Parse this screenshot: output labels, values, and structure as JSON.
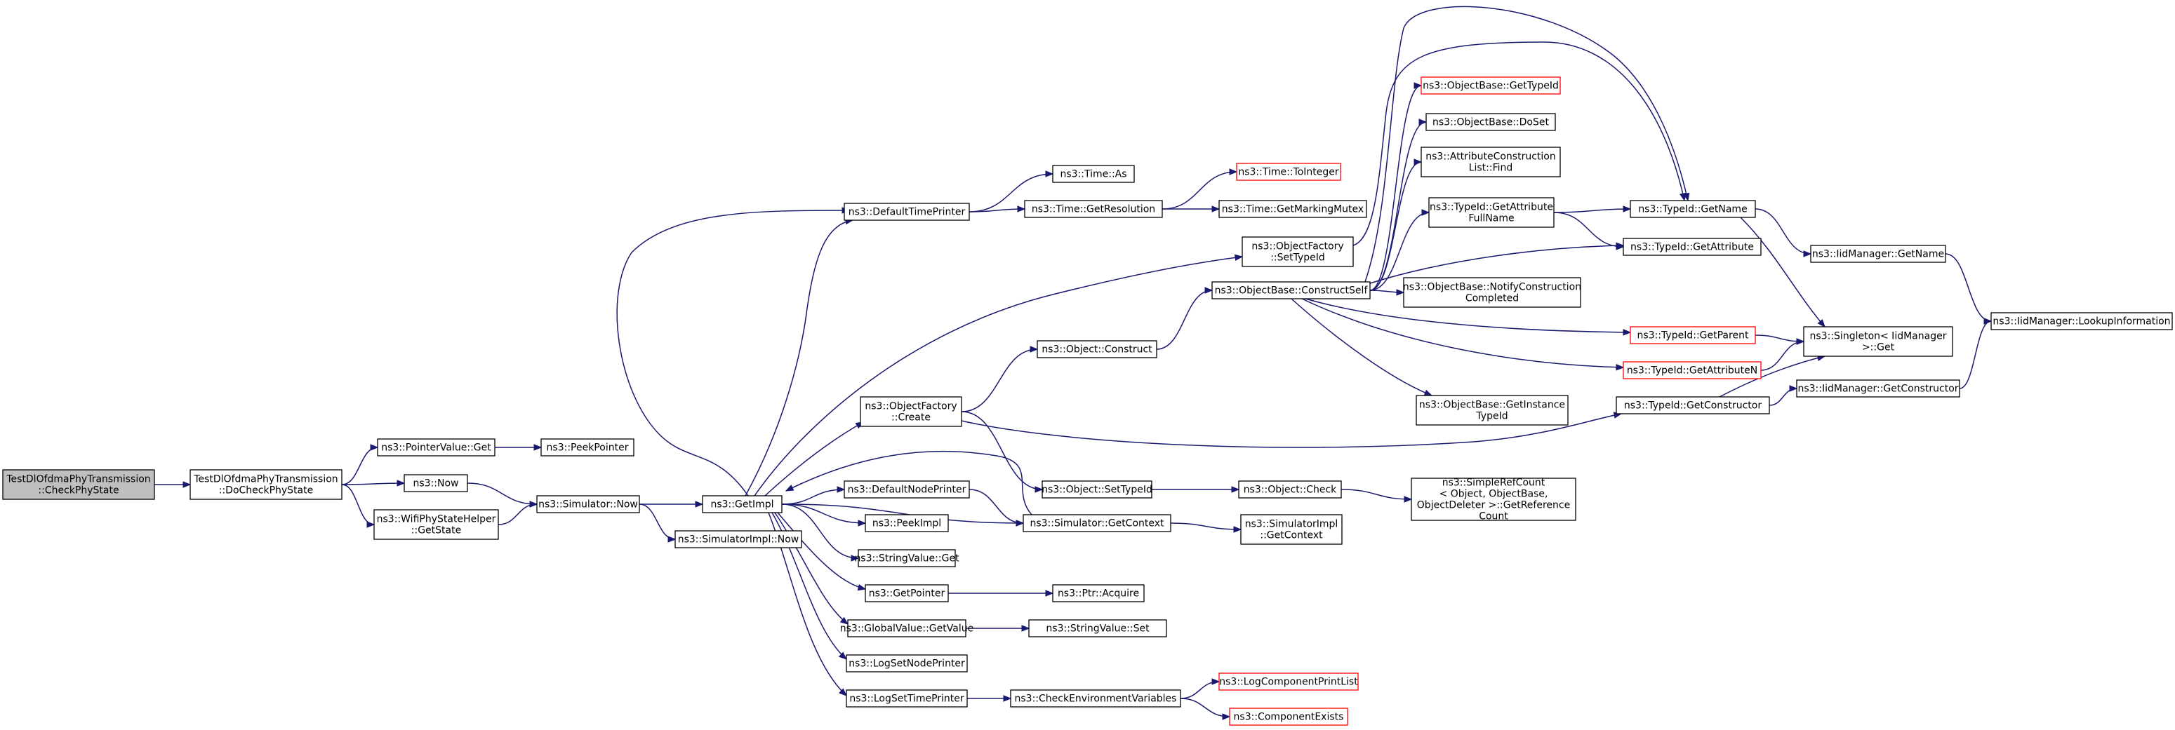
{
  "diagram": {
    "nodes": [
      {
        "id": "root",
        "lines": [
          "TestDlOfdmaPhyTransmission",
          "::CheckPhyState"
        ],
        "style": "root"
      },
      {
        "id": "docheck",
        "lines": [
          "TestDlOfdmaPhyTransmission",
          "::DoCheckPhyState"
        ],
        "style": "normal"
      },
      {
        "id": "ptrget",
        "lines": [
          "ns3::PointerValue::Get"
        ],
        "style": "normal"
      },
      {
        "id": "now",
        "lines": [
          "ns3::Now"
        ],
        "style": "normal"
      },
      {
        "id": "wifistate",
        "lines": [
          "ns3::WifiPhyStateHelper",
          "::GetState"
        ],
        "style": "normal"
      },
      {
        "id": "peekptr",
        "lines": [
          "ns3::PeekPointer"
        ],
        "style": "normal"
      },
      {
        "id": "simnow",
        "lines": [
          "ns3::Simulator::Now"
        ],
        "style": "normal"
      },
      {
        "id": "getimpl",
        "lines": [
          "ns3::GetImpl"
        ],
        "style": "normal"
      },
      {
        "id": "simimplnow",
        "lines": [
          "ns3::SimulatorImpl::Now"
        ],
        "style": "normal"
      },
      {
        "id": "deftime",
        "lines": [
          "ns3::DefaultTimePrinter"
        ],
        "style": "normal"
      },
      {
        "id": "timeas",
        "lines": [
          "ns3::Time::As"
        ],
        "style": "normal"
      },
      {
        "id": "timeres",
        "lines": [
          "ns3::Time::GetResolution"
        ],
        "style": "normal"
      },
      {
        "id": "toint",
        "lines": [
          "ns3::Time::ToInteger"
        ],
        "style": "red"
      },
      {
        "id": "mutex",
        "lines": [
          "ns3::Time::GetMarkingMutex"
        ],
        "style": "normal"
      },
      {
        "id": "ofsettype",
        "lines": [
          "ns3::ObjectFactory",
          "::SetTypeId"
        ],
        "style": "normal"
      },
      {
        "id": "construct",
        "lines": [
          "ns3::ObjectBase::ConstructSelf"
        ],
        "style": "normal"
      },
      {
        "id": "obgettype",
        "lines": [
          "ns3::ObjectBase::GetTypeId"
        ],
        "style": "red"
      },
      {
        "id": "doset",
        "lines": [
          "ns3::ObjectBase::DoSet"
        ],
        "style": "normal"
      },
      {
        "id": "attrfind",
        "lines": [
          "ns3::AttributeConstruction",
          "List::Find"
        ],
        "style": "normal"
      },
      {
        "id": "attrfull",
        "lines": [
          "ns3::TypeId::GetAttribute",
          "FullName"
        ],
        "style": "normal"
      },
      {
        "id": "notify",
        "lines": [
          "ns3::ObjectBase::NotifyConstruction",
          "Completed"
        ],
        "style": "normal"
      },
      {
        "id": "instance",
        "lines": [
          "ns3::ObjectBase::GetInstance",
          "TypeId"
        ],
        "style": "normal"
      },
      {
        "id": "getname",
        "lines": [
          "ns3::TypeId::GetName"
        ],
        "style": "normal"
      },
      {
        "id": "getattr",
        "lines": [
          "ns3::TypeId::GetAttribute"
        ],
        "style": "normal"
      },
      {
        "id": "getparent",
        "lines": [
          "ns3::TypeId::GetParent"
        ],
        "style": "red"
      },
      {
        "id": "getattrn",
        "lines": [
          "ns3::TypeId::GetAttributeN"
        ],
        "style": "red"
      },
      {
        "id": "getctor",
        "lines": [
          "ns3::TypeId::GetConstructor"
        ],
        "style": "normal"
      },
      {
        "id": "iidname",
        "lines": [
          "ns3::IidManager::GetName"
        ],
        "style": "normal"
      },
      {
        "id": "singleton",
        "lines": [
          "ns3::Singleton< IidManager",
          ">::Get"
        ],
        "style": "normal"
      },
      {
        "id": "iidctor",
        "lines": [
          "ns3::IidManager::GetConstructor"
        ],
        "style": "normal"
      },
      {
        "id": "lookup",
        "lines": [
          "ns3::IidManager::LookupInformation"
        ],
        "style": "normal"
      },
      {
        "id": "objconstruct",
        "lines": [
          "ns3::Object::Construct"
        ],
        "style": "normal"
      },
      {
        "id": "ofcreate",
        "lines": [
          "ns3::ObjectFactory",
          "::Create"
        ],
        "style": "normal"
      },
      {
        "id": "objsettype",
        "lines": [
          "ns3::Object::SetTypeId"
        ],
        "style": "normal"
      },
      {
        "id": "objcheck",
        "lines": [
          "ns3::Object::Check"
        ],
        "style": "normal"
      },
      {
        "id": "refcount",
        "lines": [
          "ns3::SimpleRefCount",
          "< Object, ObjectBase,",
          "ObjectDeleter >::GetReference",
          "Count"
        ],
        "style": "normal"
      },
      {
        "id": "defnode",
        "lines": [
          "ns3::DefaultNodePrinter"
        ],
        "style": "normal"
      },
      {
        "id": "getcontext",
        "lines": [
          "ns3::Simulator::GetContext"
        ],
        "style": "normal"
      },
      {
        "id": "implcontext",
        "lines": [
          "ns3::SimulatorImpl",
          "::GetContext"
        ],
        "style": "normal"
      },
      {
        "id": "peekimpl",
        "lines": [
          "ns3::PeekImpl"
        ],
        "style": "normal"
      },
      {
        "id": "strget",
        "lines": [
          "ns3::StringValue::Get"
        ],
        "style": "normal"
      },
      {
        "id": "getpointer",
        "lines": [
          "ns3::GetPointer"
        ],
        "style": "normal"
      },
      {
        "id": "acquire",
        "lines": [
          "ns3::Ptr::Acquire"
        ],
        "style": "normal"
      },
      {
        "id": "globalget",
        "lines": [
          "ns3::GlobalValue::GetValue"
        ],
        "style": "normal"
      },
      {
        "id": "strset",
        "lines": [
          "ns3::StringValue::Set"
        ],
        "style": "normal"
      },
      {
        "id": "lognode",
        "lines": [
          "ns3::LogSetNodePrinter"
        ],
        "style": "normal"
      },
      {
        "id": "logtime",
        "lines": [
          "ns3::LogSetTimePrinter"
        ],
        "style": "normal"
      },
      {
        "id": "checkenv",
        "lines": [
          "ns3::CheckEnvironmentVariables"
        ],
        "style": "normal"
      },
      {
        "id": "printlist",
        "lines": [
          "ns3::LogComponentPrintList"
        ],
        "style": "red"
      },
      {
        "id": "exists",
        "lines": [
          "ns3::ComponentExists"
        ],
        "style": "red"
      }
    ],
    "edges": [
      [
        "root",
        "docheck"
      ],
      [
        "docheck",
        "ptrget"
      ],
      [
        "docheck",
        "now"
      ],
      [
        "docheck",
        "wifistate"
      ],
      [
        "ptrget",
        "peekptr"
      ],
      [
        "now",
        "simnow"
      ],
      [
        "wifistate",
        "simnow"
      ],
      [
        "simnow",
        "getimpl"
      ],
      [
        "simnow",
        "simimplnow"
      ],
      [
        "getimpl",
        "simnow"
      ],
      [
        "getimpl",
        "deftime"
      ],
      [
        "getimpl",
        "ofsettype"
      ],
      [
        "getimpl",
        "ofcreate"
      ],
      [
        "getimpl",
        "defnode"
      ],
      [
        "getimpl",
        "getcontext"
      ],
      [
        "getimpl",
        "peekimpl"
      ],
      [
        "getimpl",
        "strget"
      ],
      [
        "getimpl",
        "getpointer"
      ],
      [
        "getimpl",
        "globalget"
      ],
      [
        "getimpl",
        "lognode"
      ],
      [
        "getimpl",
        "logtime"
      ],
      [
        "deftime",
        "timeas"
      ],
      [
        "deftime",
        "timeres"
      ],
      [
        "timeres",
        "toint"
      ],
      [
        "timeres",
        "mutex"
      ],
      [
        "ofsettype",
        "getname"
      ],
      [
        "construct",
        "getname"
      ],
      [
        "construct",
        "obgettype"
      ],
      [
        "construct",
        "doset"
      ],
      [
        "construct",
        "attrfind"
      ],
      [
        "construct",
        "attrfull"
      ],
      [
        "construct",
        "getattr"
      ],
      [
        "construct",
        "notify"
      ],
      [
        "construct",
        "getparent"
      ],
      [
        "construct",
        "getattrn"
      ],
      [
        "construct",
        "instance"
      ],
      [
        "attrfull",
        "getname"
      ],
      [
        "attrfull",
        "getattr"
      ],
      [
        "getname",
        "iidname"
      ],
      [
        "getname",
        "singleton"
      ],
      [
        "iidname",
        "lookup"
      ],
      [
        "getparent",
        "singleton"
      ],
      [
        "getattrn",
        "singleton"
      ],
      [
        "getctor",
        "singleton"
      ],
      [
        "getctor",
        "iidctor"
      ],
      [
        "iidctor",
        "lookup"
      ],
      [
        "ofcreate",
        "objconstruct"
      ],
      [
        "ofcreate",
        "getctor"
      ],
      [
        "ofcreate",
        "objsettype"
      ],
      [
        "objconstruct",
        "construct"
      ],
      [
        "objsettype",
        "objcheck"
      ],
      [
        "objcheck",
        "refcount"
      ],
      [
        "defnode",
        "getcontext"
      ],
      [
        "getcontext",
        "getimpl"
      ],
      [
        "getcontext",
        "implcontext"
      ],
      [
        "getpointer",
        "acquire"
      ],
      [
        "globalget",
        "strset"
      ],
      [
        "logtime",
        "checkenv"
      ],
      [
        "checkenv",
        "printlist"
      ],
      [
        "checkenv",
        "exists"
      ]
    ]
  }
}
